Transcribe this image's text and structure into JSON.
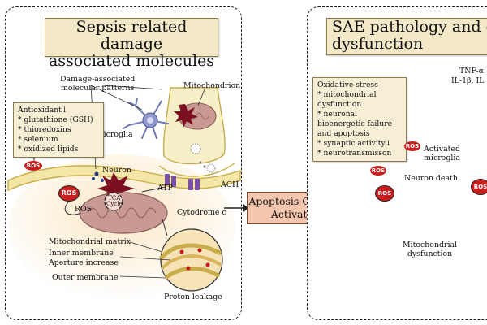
{
  "left_panel": {
    "title": [
      "Sepsis related damage",
      "associated molecules"
    ],
    "antioxidant_box": {
      "heading": "Antioxidant↓",
      "items": [
        "glutathione (GSH)",
        "thioredoxins",
        "selenium",
        "oxidized lipids"
      ]
    },
    "labels": {
      "damp": [
        "Damage-associated",
        "molecular patterns"
      ],
      "mitochondrion": "Mitochondrion",
      "microglia": "Microglia",
      "neuron": "Neuron",
      "ros_left": "ROS",
      "ros_small": "ROS",
      "tca": "TCA",
      "cycle": "Cycle",
      "atp": "ATP",
      "cytodrome": "Cytodrome c",
      "ach": "ACH",
      "mito_matrix": "Mitochondrial matrix",
      "inner_membrane": "Inner membrane",
      "aperture": "Aperture increase",
      "outer_membrane": "Outer membrane",
      "proton_leakage": "Proton leakage"
    }
  },
  "center": {
    "label": [
      "Apoptosis Cascade",
      "Activation"
    ]
  },
  "right_panel": {
    "title": [
      "SAE pathology and c",
      "dysfunction"
    ],
    "stress_box": {
      "heading": "Oxidative stress",
      "items": [
        "mitochondrial dysfunction",
        "neuronal bioenergetic failure and apoptosis",
        "synaptic activity↓",
        "neurotransmisson"
      ]
    },
    "labels": {
      "tnf": "TNF-α",
      "il": "IL-1β, IL",
      "activated": "Activated",
      "microglia": "microglia",
      "ros": "ROS",
      "neuron_death": "Neuron death",
      "mito_dys": [
        "Mitochondrial",
        "dysfunction"
      ]
    }
  },
  "colors": {
    "membrane": "#f3e6a6",
    "membrane_edge": "#c9ad4a",
    "mito": "#c89a93",
    "ros": "#c81e1e",
    "burst": "#7a1020",
    "microglia_left": "#6f7bb5",
    "microglia_right": "#2aa9b5"
  }
}
